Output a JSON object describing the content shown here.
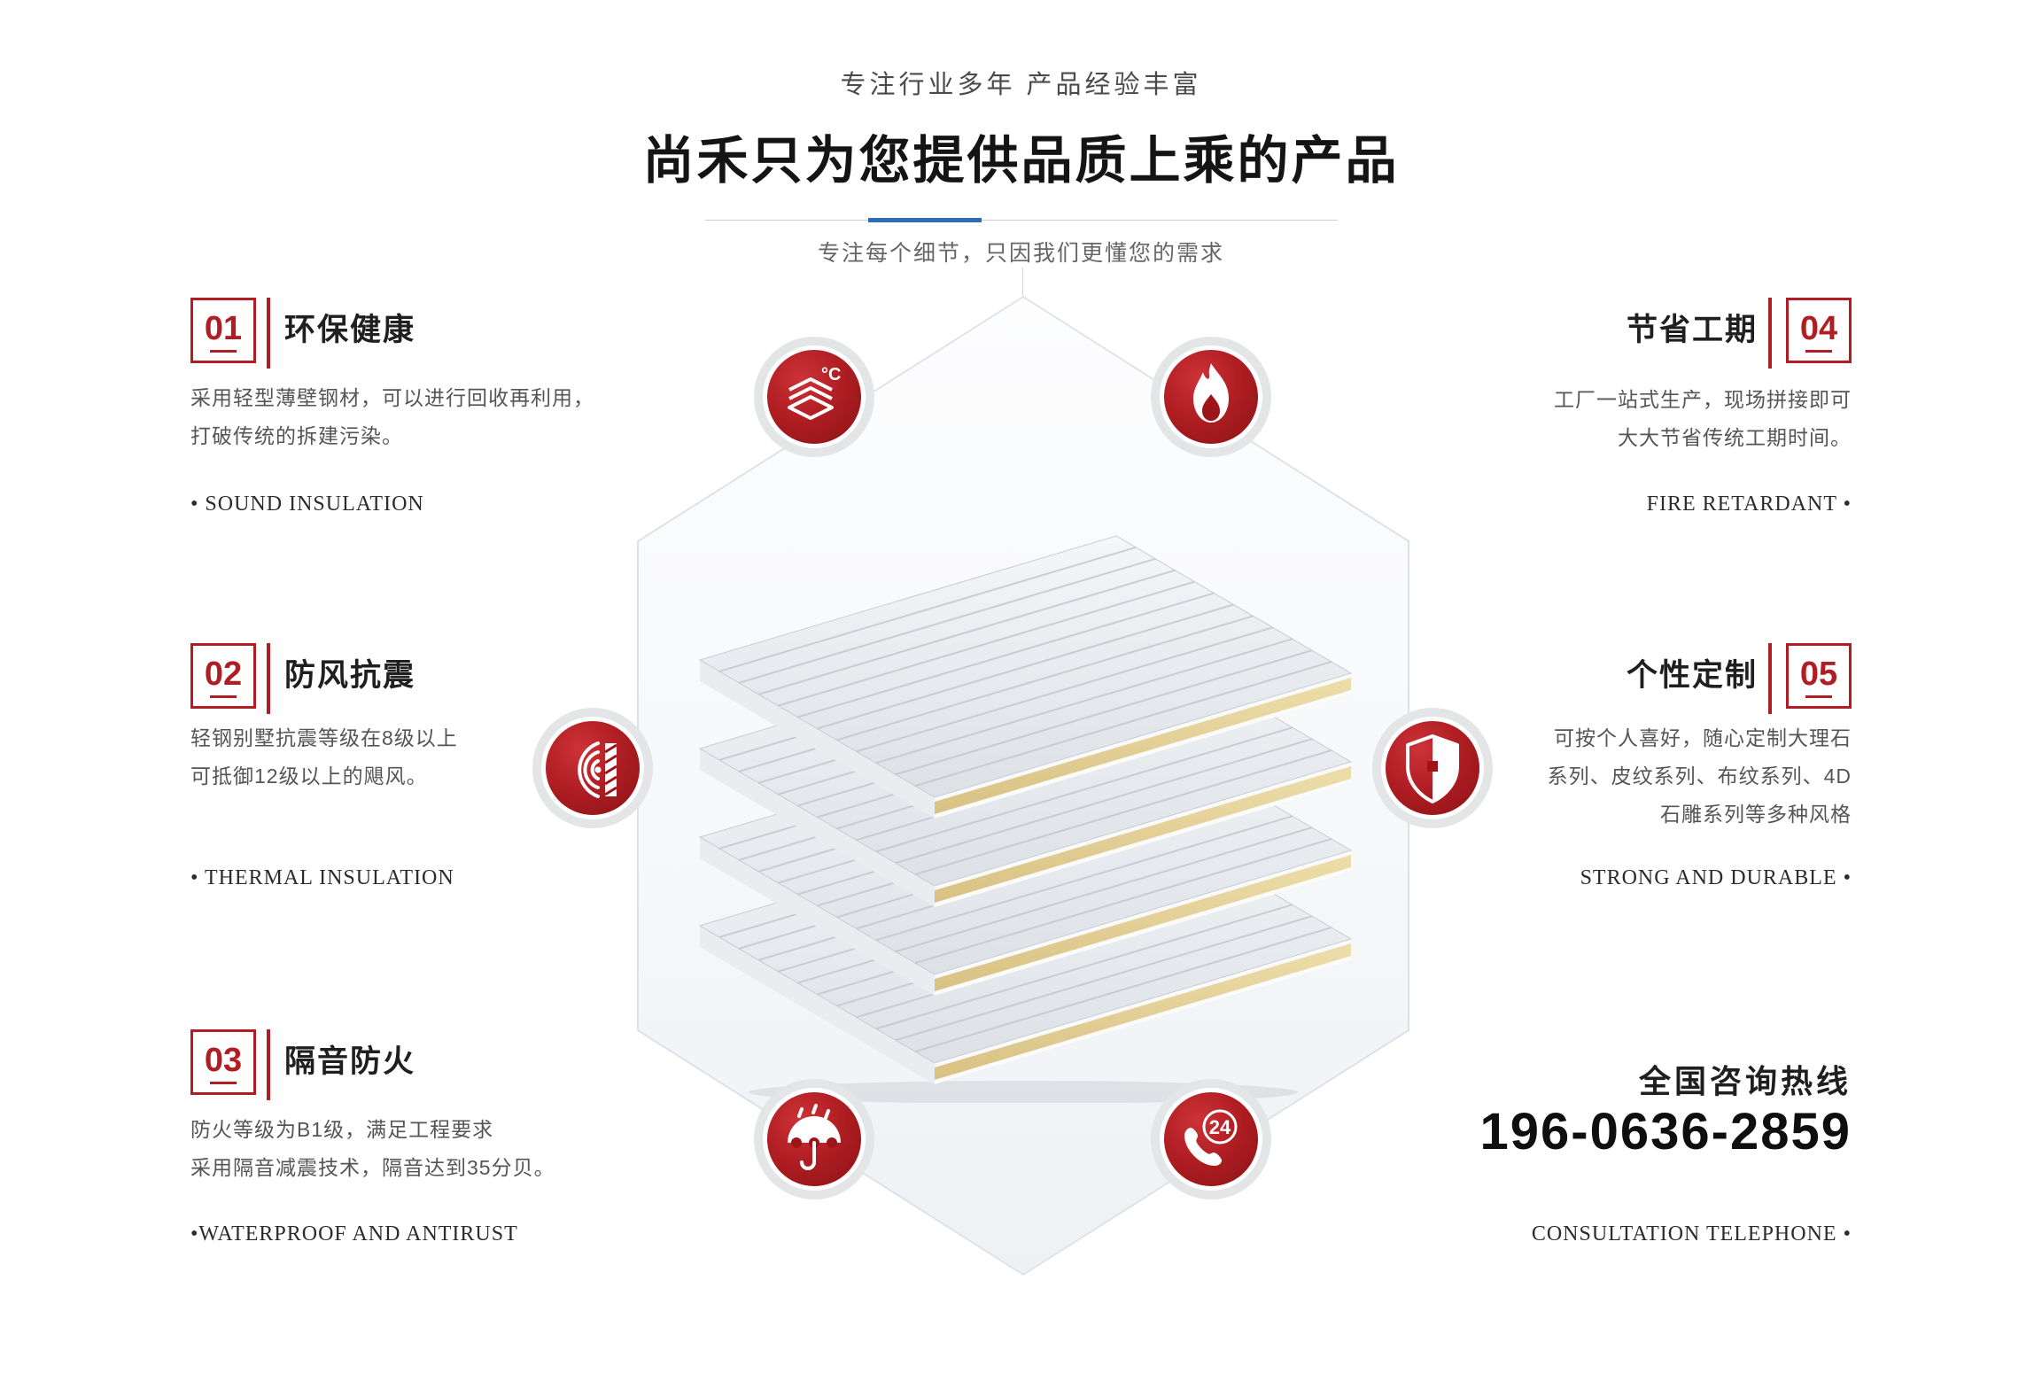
{
  "colors": {
    "accent_red": "#b01e23",
    "divider_blue": "#2e6db4",
    "title_text": "#141414",
    "body_text": "#555555"
  },
  "header": {
    "tagline": "专注行业多年 产品经验丰富",
    "title": "尚禾只为您提供品质上乘的产品",
    "subtitle": "专注每个细节，只因我们更懂您的需求"
  },
  "features": [
    {
      "num": "01",
      "title": "环保健康",
      "lines": [
        "采用轻型薄壁钢材，可以进行回收再利用，",
        "打破传统的拆建污染。"
      ],
      "caption": "•  SOUND INSULATION"
    },
    {
      "num": "02",
      "title": "防风抗震",
      "lines": [
        "轻钢别墅抗震等级在8级以上",
        "可抵御12级以上的飓风。"
      ],
      "caption": "•  THERMAL INSULATION"
    },
    {
      "num": "03",
      "title": "隔音防火",
      "lines": [
        "防火等级为B1级，满足工程要求",
        "采用隔音减震技术，隔音达到35分贝。"
      ],
      "caption": "•WATERPROOF AND ANTIRUST"
    },
    {
      "num": "04",
      "title": "节省工期",
      "lines": [
        "工厂一站式生产，现场拼接即可",
        "大大节省传统工期时间。"
      ],
      "caption": "FIRE RETARDANT  •"
    },
    {
      "num": "05",
      "title": "个性定制",
      "lines": [
        "可按个人喜好，随心定制大理石",
        "系列、皮纹系列、布纹系列、4D",
        "石雕系列等多种风格"
      ],
      "caption": "STRONG AND DURABLE  •"
    }
  ],
  "contact": {
    "label": "全国咨询热线",
    "phone": "196-0636-2859",
    "caption": "CONSULTATION TELEPHONE •"
  },
  "icons": {
    "thermal_unit": "°C",
    "phone_badge": "24",
    "names": [
      "thermal-insulation-icon",
      "fire-retardant-icon",
      "sound-insulation-icon",
      "shield-durable-icon",
      "waterproof-icon",
      "hotline-24h-icon"
    ]
  }
}
